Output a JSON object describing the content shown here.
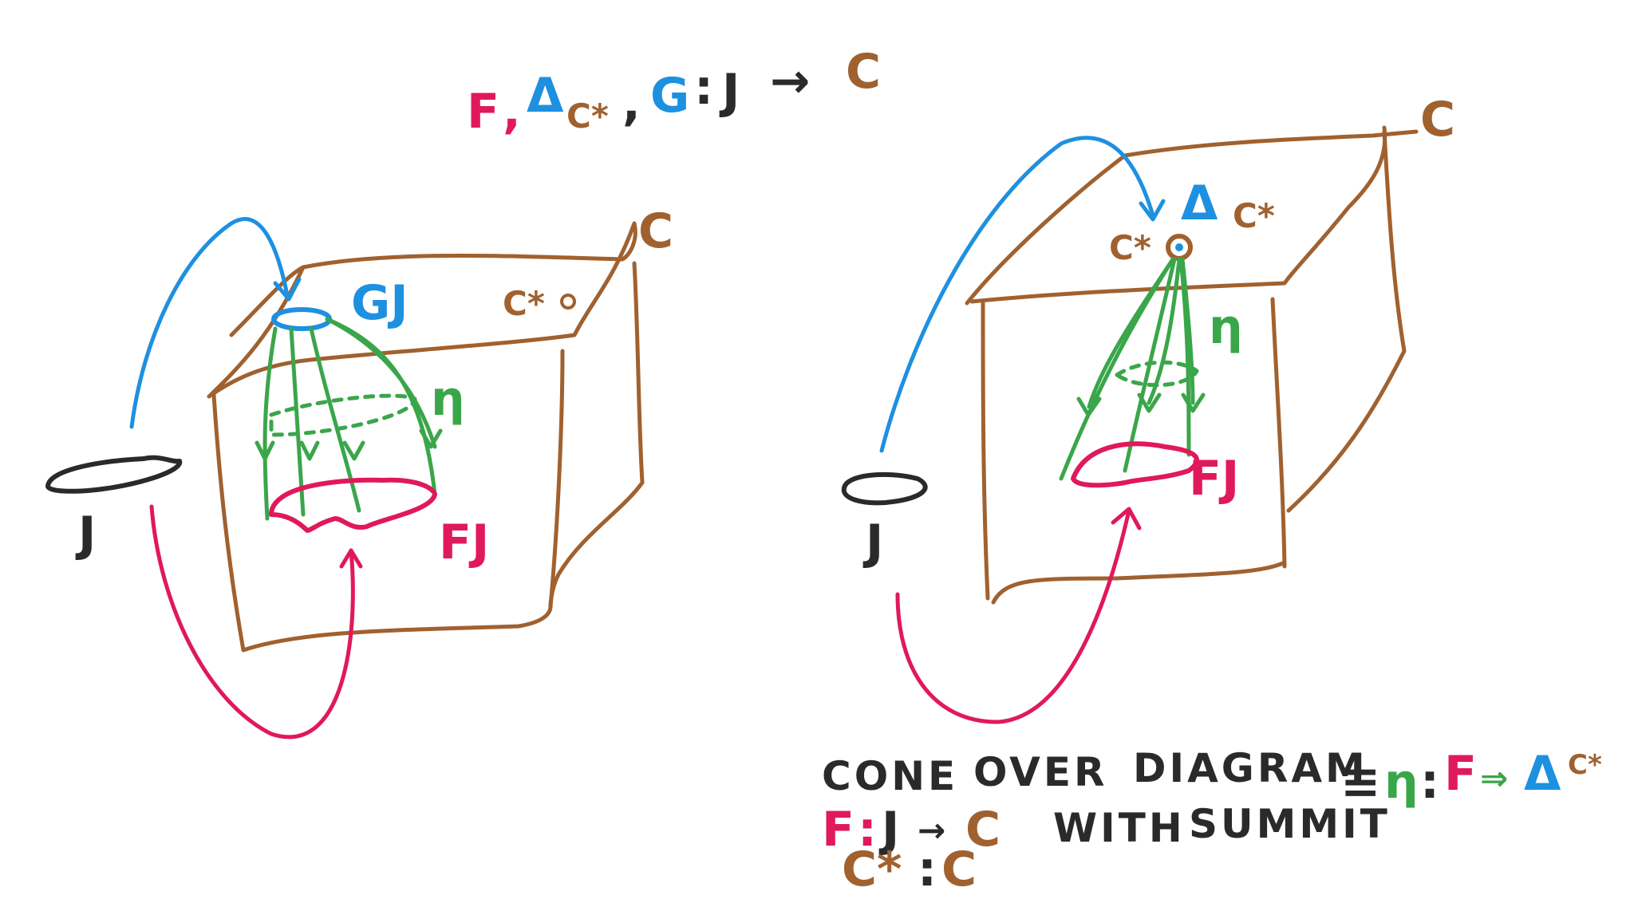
{
  "colors": {
    "brown": "#a0612f",
    "blue": "#1e90e0",
    "red": "#e0195a",
    "green": "#3aa64a",
    "black": "#2a2a2a"
  },
  "header": {
    "f": "F",
    "comma1": ",",
    "delta": "Δ",
    "delta_sub": "C*",
    "comma2": ",",
    "g": "G",
    "colon": ":",
    "j": "J",
    "arrow": "→",
    "c": "C"
  },
  "left": {
    "category": "C",
    "gj": "GJ",
    "cstar": "C*",
    "eta": "η",
    "fj": "FJ",
    "j": "J"
  },
  "right": {
    "category": "C",
    "delta": "Δ",
    "delta_sub": "C*",
    "cstar": "C*",
    "eta": "η",
    "fj": "FJ",
    "j": "J"
  },
  "caption": {
    "line1_a": "CONE",
    "line1_b": "OVER",
    "line1_c": "DIAGRAM",
    "equiv": "≡",
    "eta": "η",
    "colon": ":",
    "f": "F",
    "implies": "⇒",
    "delta": "Δ",
    "delta_sub": "C*",
    "line2_f": "F",
    "line2_colon": ":",
    "line2_j": "J",
    "line2_arrow": "→",
    "line2_c": "C",
    "line2_with": "WITH",
    "line2_summit": "SUMMIT",
    "line3_cstar": "C*",
    "line3_colon": ":",
    "line3_c": "C"
  }
}
